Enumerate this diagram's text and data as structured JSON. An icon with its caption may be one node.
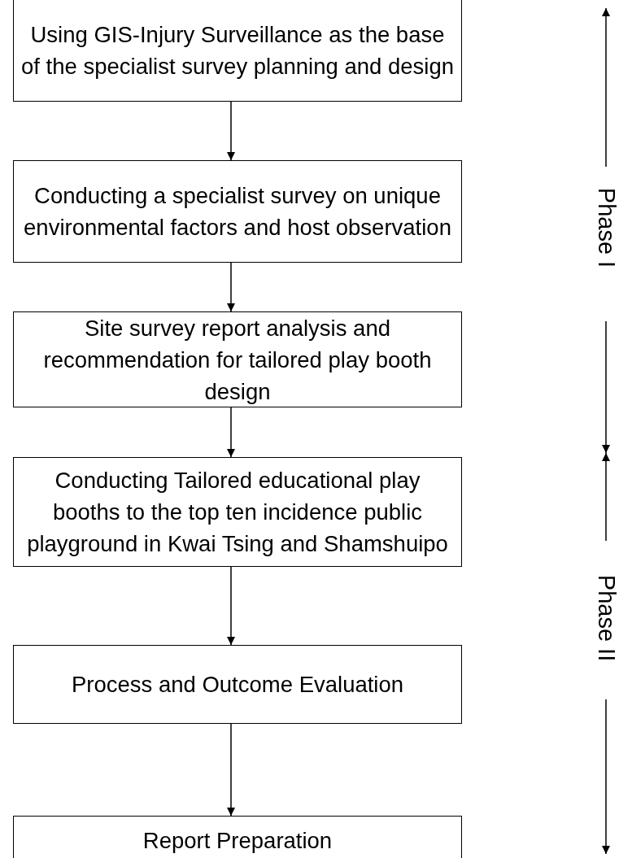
{
  "diagram": {
    "nodes": [
      {
        "text": [
          "Using GIS-Injury Surveillance as the base of the specialist survey planning and design"
        ]
      },
      {
        "text": [
          "Conducting  a specialist survey on unique environmental factors and host observation"
        ]
      },
      {
        "text": [
          "Site survey report analysis and recommendation for tailored play booth design"
        ]
      },
      {
        "text": [
          "Conducting Tailored educational play booths to the top ten incidence public playground in Kwai Tsing and Shamshuipo"
        ]
      },
      {
        "text": [
          "Process and Outcome Evaluation"
        ]
      },
      {
        "text": [
          "Report Preparation"
        ]
      }
    ],
    "edges": [
      {
        "from": 0,
        "to": 1,
        "arrow": "to"
      },
      {
        "from": 1,
        "to": 2,
        "arrow": "to"
      },
      {
        "from": 2,
        "to": 3,
        "arrow": "to"
      },
      {
        "from": 3,
        "to": 4,
        "arrow": "to"
      },
      {
        "from": 4,
        "to": 5,
        "arrow": "to"
      }
    ],
    "labels": [
      "Phase I",
      "Phase II"
    ]
  }
}
